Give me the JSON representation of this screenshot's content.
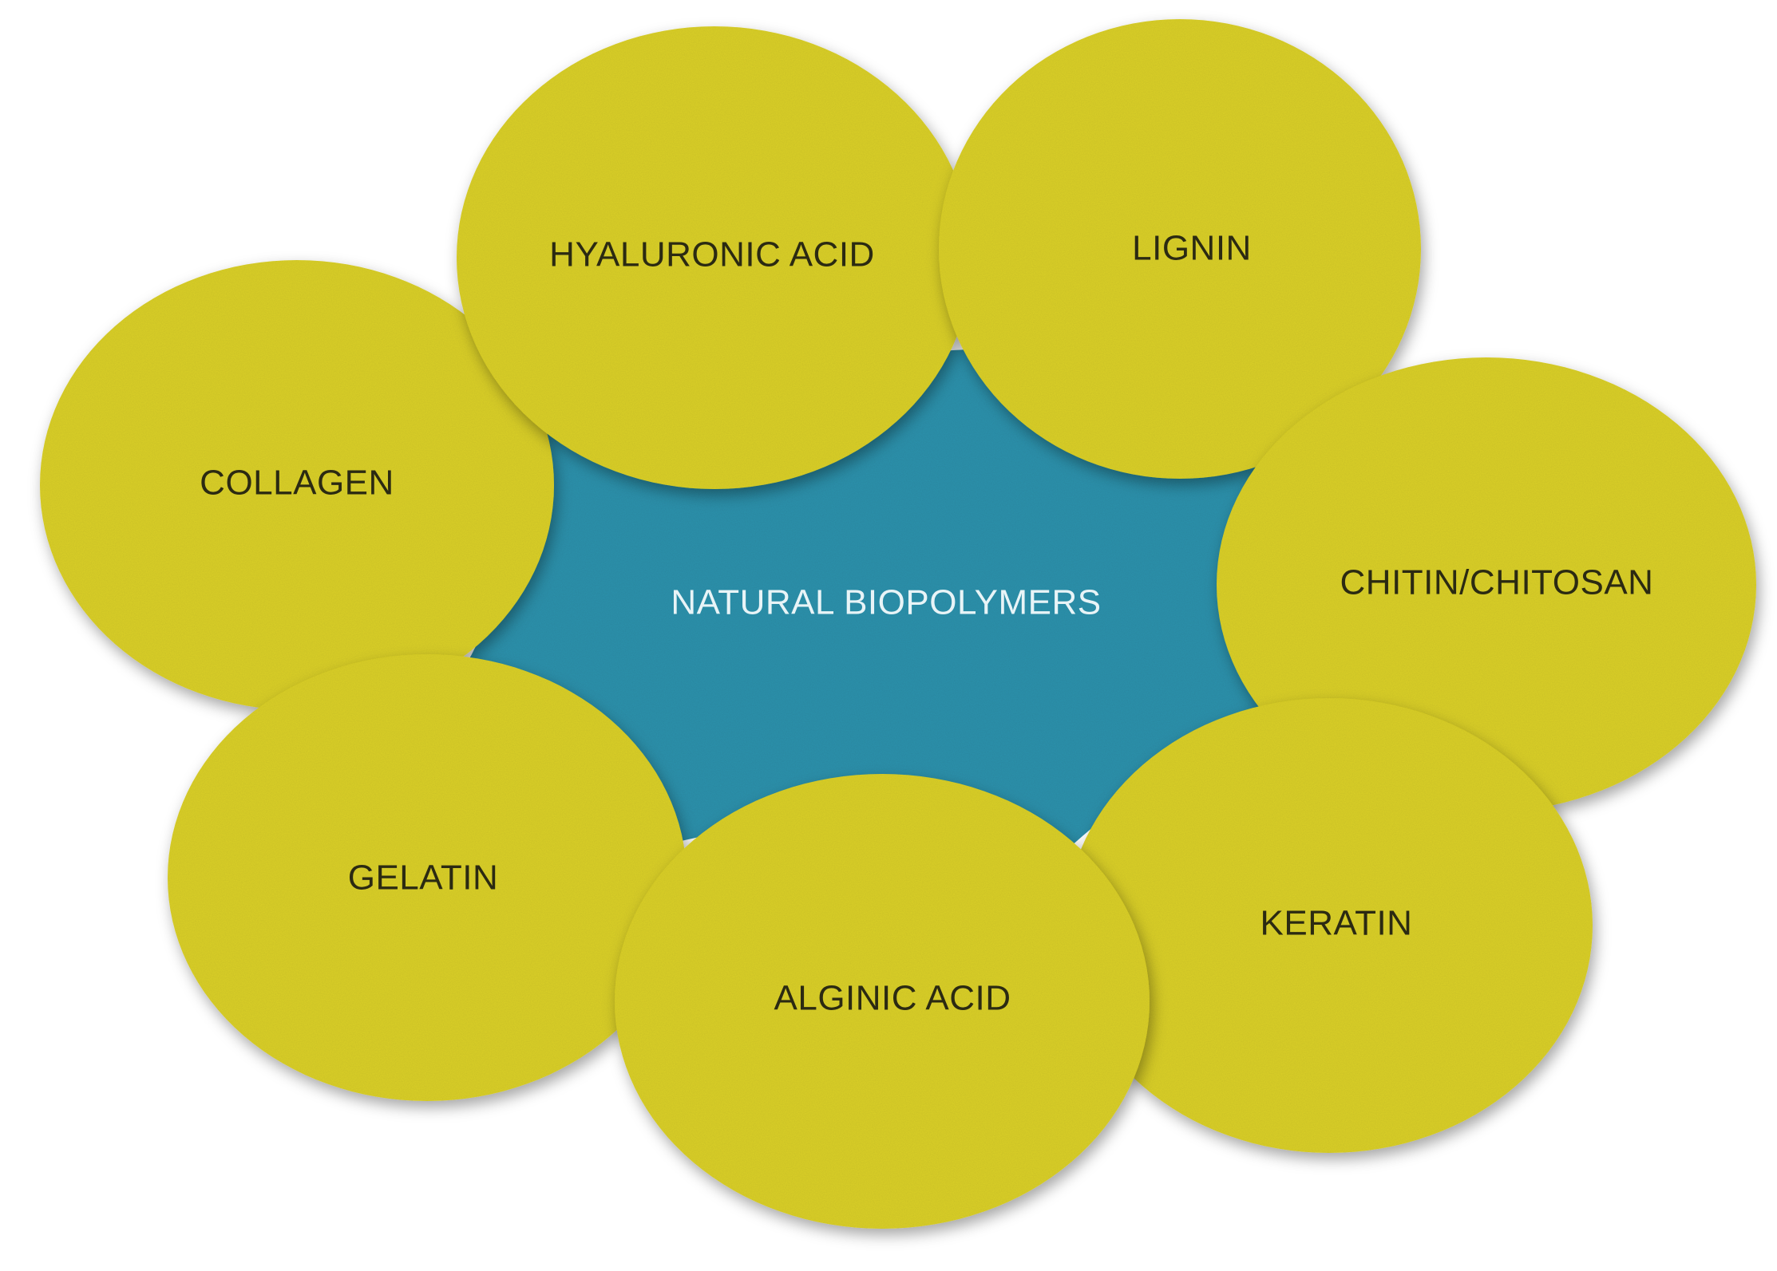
{
  "colors": {
    "center_fill": "#2f93ad",
    "circle_fill": "#dcd12a",
    "circle_text": "#2b2a12",
    "center_text": "#e8f4f7",
    "background": "#ffffff"
  },
  "center": {
    "label": "NATURAL BIOPOLYMERS"
  },
  "nodes": [
    {
      "id": "hyaluronic-acid",
      "label": "HYALURONIC ACID"
    },
    {
      "id": "lignin",
      "label": "LIGNIN"
    },
    {
      "id": "collagen",
      "label": "COLLAGEN"
    },
    {
      "id": "chitin-chitosan",
      "label": "CHITIN/CHITOSAN"
    },
    {
      "id": "gelatin",
      "label": "GELATIN"
    },
    {
      "id": "keratin",
      "label": "KERATIN"
    },
    {
      "id": "alginic-acid",
      "label": "ALGINIC ACID"
    }
  ]
}
